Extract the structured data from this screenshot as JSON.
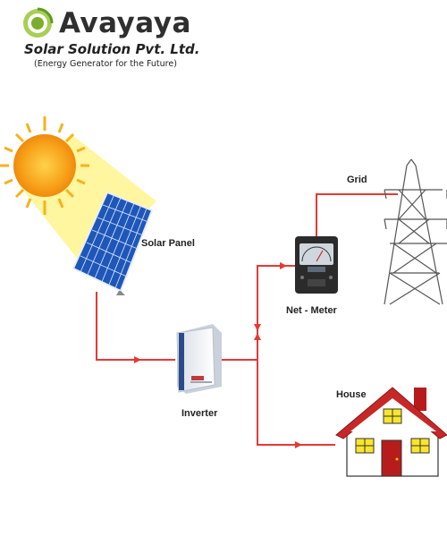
{
  "brand": {
    "name": "Avayaya",
    "subtitle": "Solar Solution Pvt. Ltd.",
    "tagline": "(Energy Generator for the Future)",
    "accent_color": "#8bbf3a"
  },
  "diagram": {
    "labels": {
      "solar_panel": "Solar Panel",
      "inverter": "Inverter",
      "net_meter": "Net - Meter",
      "grid": "Grid",
      "house": "House"
    },
    "colors": {
      "wire": "#e53935",
      "sun": "#f7a21b",
      "beam": "#fff59a",
      "panel": "#2f6fd6",
      "house_roof": "#c62828",
      "house_window": "#f9e52a"
    },
    "icons": [
      "sun-icon",
      "solar-panel-icon",
      "inverter-icon",
      "net-meter-icon",
      "power-tower-icon",
      "house-icon",
      "logo-icon"
    ]
  }
}
